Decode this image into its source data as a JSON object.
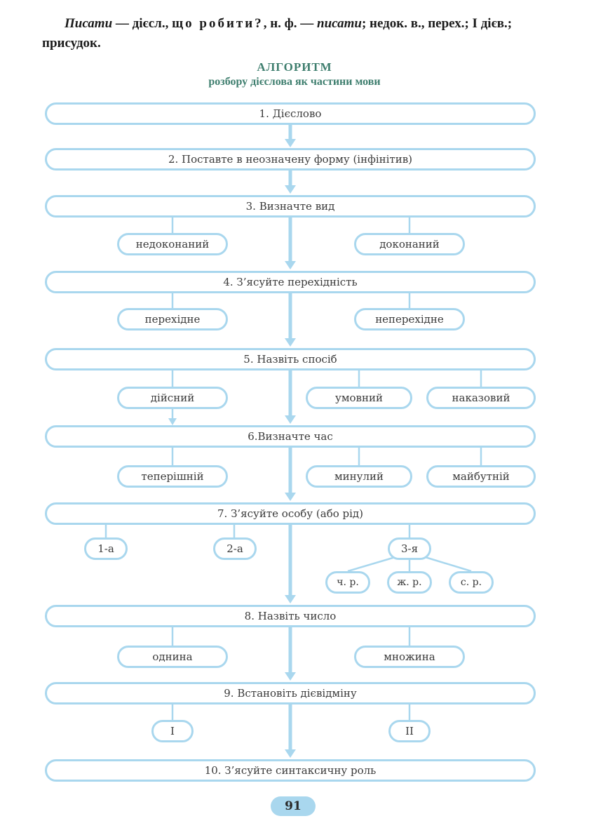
{
  "intro": {
    "word": "Писати",
    "dash1": " — дієсл., ",
    "question": "що робити?",
    "form": ", н. ф. — ",
    "infinitive": "писати",
    "rest": "; недок. в., перех.; І дієв.; присудок."
  },
  "algorithm": {
    "title": "АЛГОРИТМ",
    "subtitle": "розбору дієслова як частини мови"
  },
  "steps": [
    "1. Дієслово",
    "2. Поставте в неозначену форму (інфінітив)",
    "3. Визначте вид",
    "4. З’ясуйте перехідність",
    "5. Назвіть спосіб",
    "6.Визначте час",
    "7. З’ясуйте особу (або рід)",
    "8. Назвіть число",
    "9. Встановіть дієвідміну",
    "10. З’ясуйте синтаксичну роль"
  ],
  "options": {
    "aspect": [
      "недоконаний",
      "доконаний"
    ],
    "transitivity": [
      "перехідне",
      "неперехідне"
    ],
    "mood": [
      "дійсний",
      "умовний",
      "наказовий"
    ],
    "tense": [
      "теперішній",
      "минулий",
      "майбутній"
    ],
    "person": [
      "1-а",
      "2-а",
      "3-я"
    ],
    "gender": [
      "ч. р.",
      "ж. р.",
      "с. р."
    ],
    "number": [
      "однина",
      "множина"
    ],
    "conjugation": [
      "I",
      "II"
    ]
  },
  "page_number": "91",
  "colors": {
    "box_border": "#a9d7ee",
    "title": "#3e7e6e",
    "text": "#3a3a3a"
  }
}
